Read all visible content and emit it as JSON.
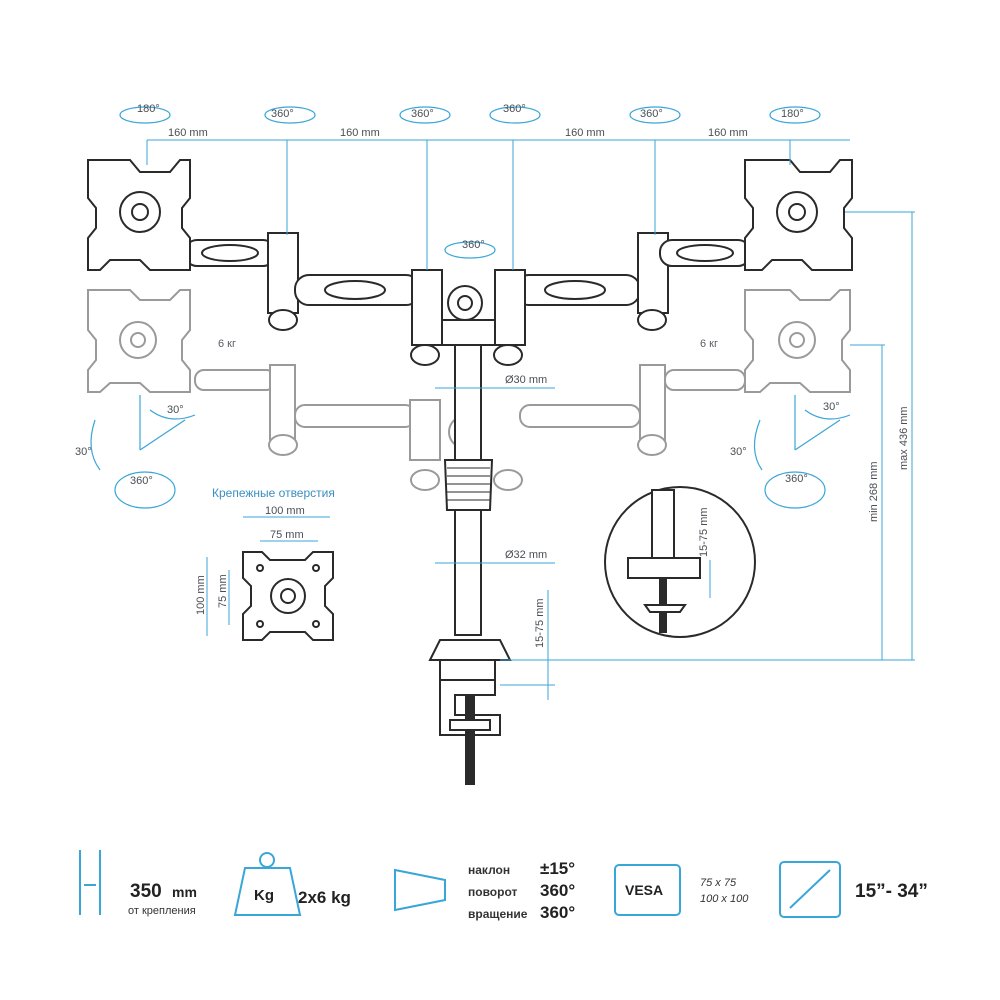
{
  "dimensions": {
    "spacing": [
      "160 mm",
      "160 mm",
      "160 mm",
      "160 mm"
    ],
    "rotations_top": [
      "180°",
      "360°",
      "360°",
      "360°",
      "360°",
      "180°"
    ],
    "center_rotation": "360°",
    "pole_upper": "Ø30 mm",
    "pole_lower": "Ø32 mm",
    "desk_thickness": "15-75 mm",
    "height_min": "min 268 mm",
    "height_max": "max 436 mm",
    "load_left": "6 кг",
    "load_right": "6 кг",
    "tilt_left": [
      "30°",
      "30°",
      "360°"
    ],
    "tilt_right": [
      "30°",
      "30°",
      "360°"
    ],
    "inset_thickness": "15-75 mm"
  },
  "vesa_detail": {
    "caption": "Крепежные отверстия",
    "outer_w": "100 mm",
    "inner_w": "75 mm",
    "outer_h": "100 mm",
    "inner_h": "75 mm"
  },
  "specs": {
    "reach_value": "350",
    "reach_unit": "mm",
    "reach_note": "от крепления",
    "weight_icon": "Kg",
    "weight_value": "2x6 kg",
    "tilt_label": "наклон",
    "tilt_value": "±15°",
    "swivel_label": "поворот",
    "swivel_value": "360°",
    "rotate_label": "вращение",
    "rotate_value": "360°",
    "vesa_icon": "VESA",
    "vesa_1": "75 x 75",
    "vesa_2": "100 x 100",
    "screen_size": "15”- 34”"
  },
  "colors": {
    "accent": "#39a6d8",
    "outline": "#2a2a2a"
  }
}
